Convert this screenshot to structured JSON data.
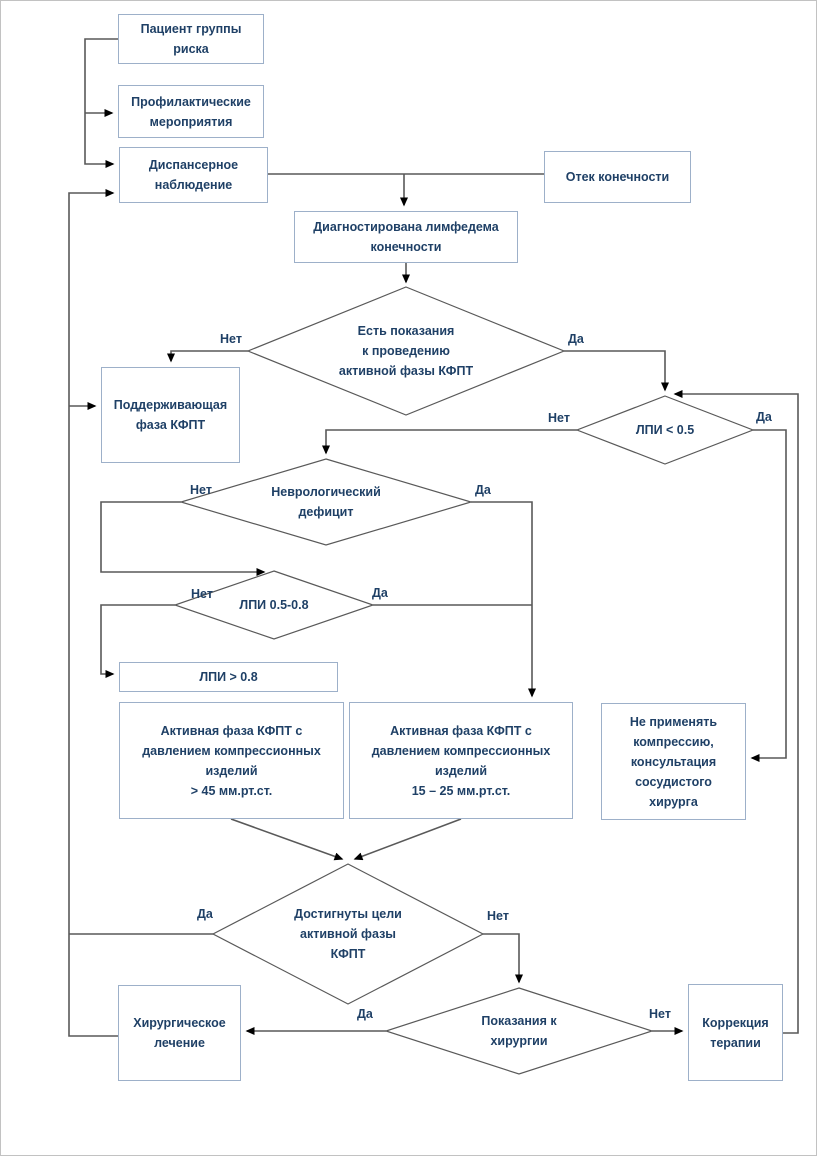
{
  "colors": {
    "page_border": "#c2c2c2",
    "box_border": "#9db0c9",
    "diamond_border": "#595959",
    "connector": "#595959",
    "arrowhead": "#000000",
    "text": "#1f4066"
  },
  "nodes": {
    "patient_risk": {
      "label": "Пациент группы\nриска"
    },
    "prophylaxis": {
      "label": "Профилактические\nмероприятия"
    },
    "dispensary": {
      "label": "Диспансерное\nнаблюдение"
    },
    "edema": {
      "label": "Отек конечности"
    },
    "diagnosed": {
      "label": "Диагностирована лимфедема\nконечности"
    },
    "support_phase": {
      "label": "Поддерживающая\nфаза КФПТ"
    },
    "lpi_over_08": {
      "label": "ЛПИ > 0.8"
    },
    "active_45": {
      "label": "Активная фаза КФПТ с\nдавлением компрессионных\nизделий\n> 45 мм.рт.ст."
    },
    "active_15_25": {
      "label": "Активная фаза КФПТ с\nдавлением компрессионных\nизделий\n15 – 25 мм.рт.ст."
    },
    "no_compression": {
      "label": "Не применять\nкомпрессию,\nконсультация\nсосудистого\nхирурга"
    },
    "surgery": {
      "label": "Хирургическое\nлечение"
    },
    "correction": {
      "label": "Коррекция\nтерапии"
    }
  },
  "decisions": {
    "indications": {
      "label": "Есть показания\nк проведению\nактивной фазы КФПТ"
    },
    "lpi_05": {
      "label": "ЛПИ < 0.5"
    },
    "neuro": {
      "label": "Неврологический\nдефицит"
    },
    "lpi_05_08": {
      "label": "ЛПИ 0.5-0.8"
    },
    "goals": {
      "label": "Достигнуты цели\nактивной фазы\nКФПТ"
    },
    "surg_indic": {
      "label": "Показания к\nхирургии"
    }
  },
  "edge_labels": {
    "indications_no": "Нет",
    "indications_yes": "Да",
    "lpi05_no": "Нет",
    "lpi05_yes": "Да",
    "neuro_no": "Нет",
    "neuro_yes": "Да",
    "lpi0508_no": "Нет",
    "lpi0508_yes": "Да",
    "goals_yes": "Да",
    "goals_no": "Нет",
    "surg_yes": "Да",
    "surg_no": "Нет"
  }
}
